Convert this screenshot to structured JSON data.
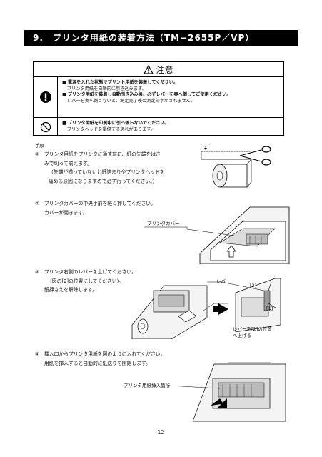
{
  "section": {
    "title": "9.　プリンタ用紙の装着方法（TM−2655P／VP）"
  },
  "caution": {
    "heading": "注意",
    "row1": {
      "items": [
        {
          "bold": "電源を入れた状態でプリント用紙を装着してください。",
          "normal": "プリンタ用紙を自動的に引き込みます。"
        },
        {
          "bold": "プリンタ用紙を装着し自動引き込み後、必ずレバーを奥へ倒してご使用ください。",
          "normal": "レバーを奥へ倒さないと、測定完了後の測定印字がされません。"
        }
      ]
    },
    "row2": {
      "items": [
        {
          "bold": "プリンタ用紙を印刷中に引っ張らないでください。",
          "normal": "プリンタヘッドを損傷する恐れがあります。"
        }
      ]
    }
  },
  "procedure": {
    "heading": "手順",
    "step1": {
      "num": "①",
      "lines": [
        "プリンタ用紙をプリンタに通す前に、紙の先端をはさ",
        "みで切って揃えます。",
        "（先端が揃っていないと紙詰まりやプリンタヘッドを",
        "痛める原因になりますので必ず行ってください。）"
      ]
    },
    "step2": {
      "num": "②",
      "lines": [
        "プリンタカバーの中央手前を軽く押してください。",
        "カバーが開きます。"
      ],
      "label": "プリンタカバー"
    },
    "step3": {
      "num": "③",
      "lines": [
        "プリンタ右側のレバーを上げてください。",
        "（図の[2]の位置にしてください)。",
        "紙押さえを解除します。"
      ],
      "labels": {
        "lever": "レバー",
        "pos2": "[2]",
        "pos1": "[1]",
        "note_line1": "レバーを[2]の位置",
        "note_line2": "へ上げる"
      }
    },
    "step4": {
      "num": "④",
      "lines": [
        "挿入口からプリンタ用紙を図のように入れてください。",
        "用紙を挿入すると自動的に紙送りを開始します。"
      ],
      "label": "プリンタ用紙挿入箇所"
    }
  },
  "page": {
    "number": "12"
  }
}
